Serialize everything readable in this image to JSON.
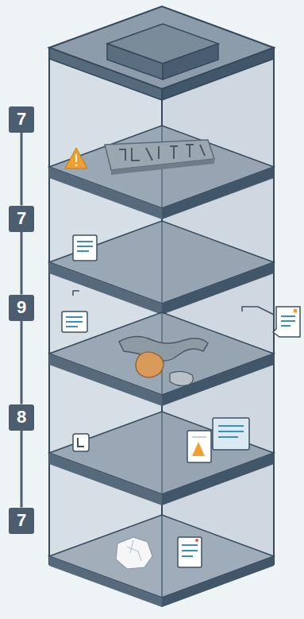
{
  "diagram": {
    "nodes": [
      {
        "text": [
          "7"
        ]
      },
      {
        "text": [
          "7"
        ]
      },
      {
        "text": [
          "9"
        ]
      },
      {
        "text": [
          "8"
        ]
      },
      {
        "text": [
          "7"
        ]
      }
    ],
    "edges": [
      {
        "from": 0,
        "to": 1,
        "arrow": "none"
      },
      {
        "from": 1,
        "to": 2,
        "arrow": "none"
      },
      {
        "from": 2,
        "to": 3,
        "arrow": "none"
      },
      {
        "from": 3,
        "to": 4,
        "arrow": "none"
      }
    ]
  }
}
